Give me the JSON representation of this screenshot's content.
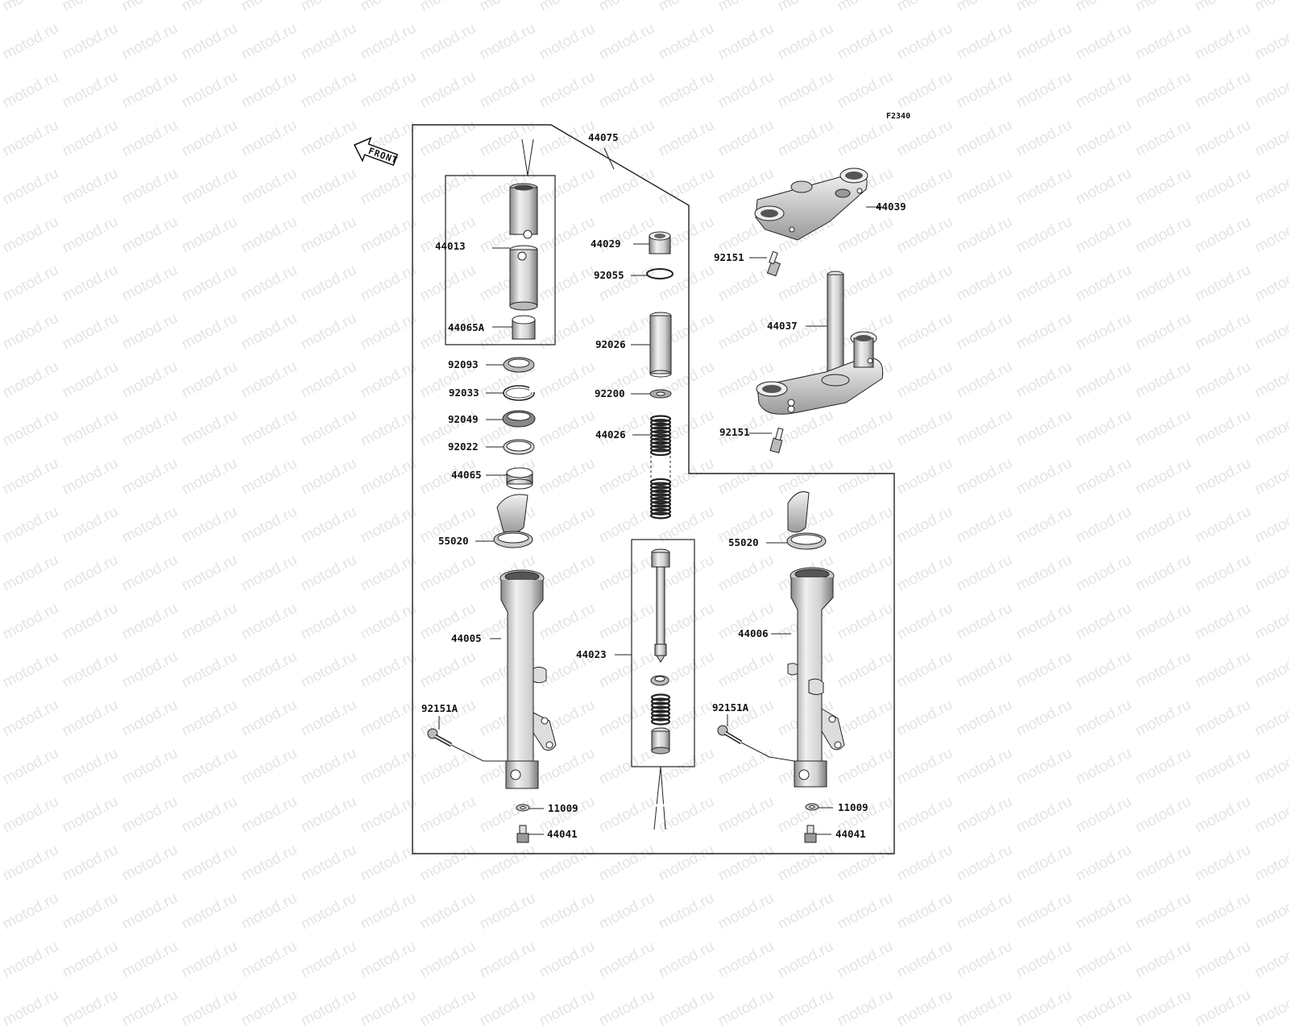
{
  "watermark": "motod.ru",
  "diagram_code": "F2340",
  "front_label": "FRONT",
  "parts": {
    "p44075": "44075",
    "p44039": "44039",
    "p44013": "44013",
    "p44029": "44029",
    "p92151_top": "92151",
    "p92055": "92055",
    "p44037": "44037",
    "p44065A": "44065A",
    "p92026": "92026",
    "p92093": "92093",
    "p92033": "92033",
    "p92200": "92200",
    "p92049": "92049",
    "p44026": "44026",
    "p92151_mid": "92151",
    "p92022": "92022",
    "p44065": "44065",
    "p55020_left": "55020",
    "p55020_right": "55020",
    "p44005": "44005",
    "p44006": "44006",
    "p44023": "44023",
    "p92151A_left": "92151A",
    "p92151A_right": "92151A",
    "p11009_left": "11009",
    "p11009_right": "11009",
    "p44041_left": "44041",
    "p44041_right": "44041"
  }
}
